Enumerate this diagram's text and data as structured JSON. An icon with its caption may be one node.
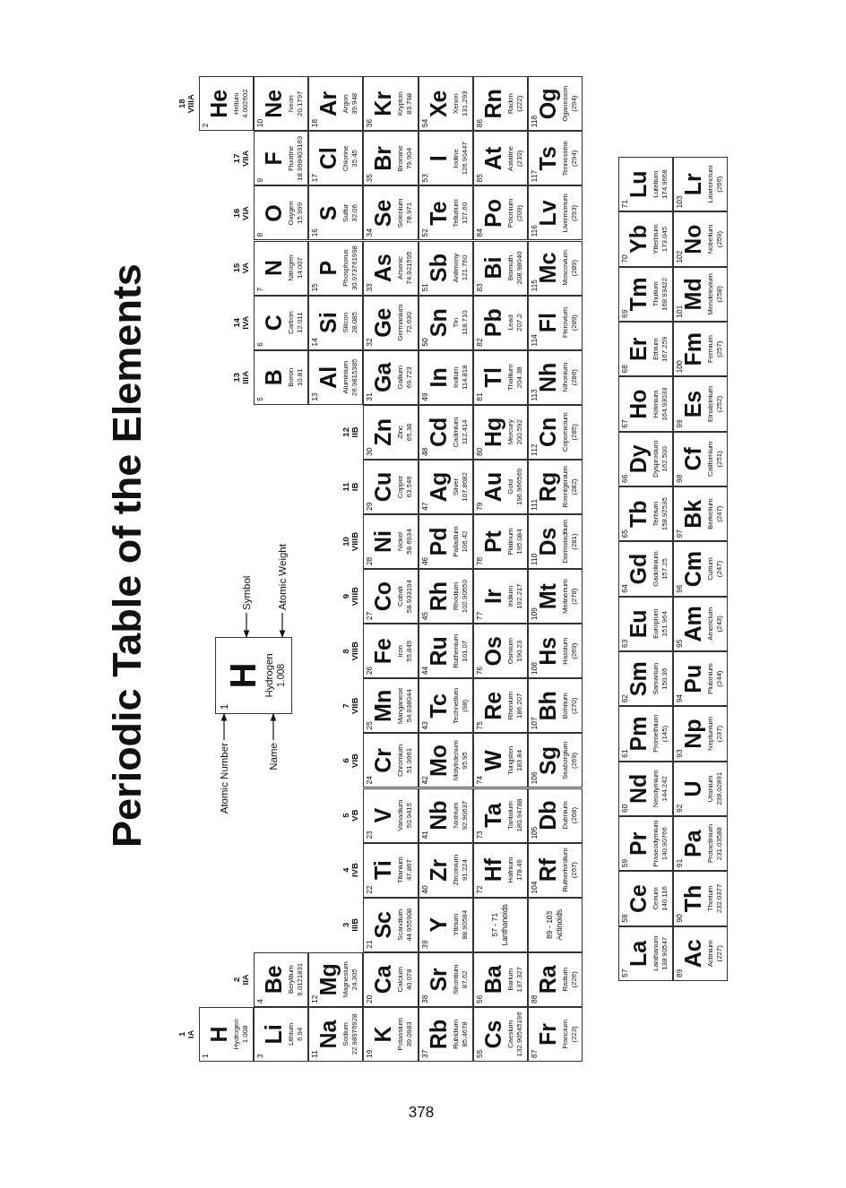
{
  "diagram": {
    "title": "Periodic Table of the Elements",
    "nodes": [
      {
        "text": [
          "1",
          "H",
          "Hydrogen",
          "1.008"
        ]
      },
      {
        "text": [
          "2",
          "He",
          "Helium",
          "4.002602"
        ]
      },
      {
        "text": [
          "3",
          "Li",
          "Lithium",
          "6.94"
        ]
      },
      {
        "text": [
          "4",
          "Be",
          "Beryllium",
          "9.0121831"
        ]
      },
      {
        "text": [
          "5",
          "B",
          "Boron",
          "10.81"
        ]
      },
      {
        "text": [
          "6",
          "C",
          "Carbon",
          "12.011"
        ]
      },
      {
        "text": [
          "7",
          "N",
          "Nitrogen",
          "14.007"
        ]
      },
      {
        "text": [
          "8",
          "O",
          "Oxygen",
          "15.999"
        ]
      },
      {
        "text": [
          "9",
          "F",
          "Fluorine",
          "18.998403163"
        ]
      },
      {
        "text": [
          "10",
          "Ne",
          "Neon",
          "20.1797"
        ]
      },
      {
        "text": [
          "11",
          "Na",
          "Sodium",
          "22.98976928"
        ]
      },
      {
        "text": [
          "12",
          "Mg",
          "Magnesium",
          "24.305"
        ]
      },
      {
        "text": [
          "13",
          "Al",
          "Aluminium",
          "26.9815385"
        ]
      },
      {
        "text": [
          "14",
          "Si",
          "Silicon",
          "28.085"
        ]
      },
      {
        "text": [
          "15",
          "P",
          "Phosphorus",
          "30.973761998"
        ]
      },
      {
        "text": [
          "16",
          "S",
          "Sulfur",
          "32.06"
        ]
      },
      {
        "text": [
          "17",
          "Cl",
          "Chlorine",
          "35.45"
        ]
      },
      {
        "text": [
          "18",
          "Ar",
          "Argon",
          "39.948"
        ]
      },
      {
        "text": [
          "19",
          "K",
          "Potassium",
          "39.0983"
        ]
      },
      {
        "text": [
          "20",
          "Ca",
          "Calcium",
          "40.078"
        ]
      },
      {
        "text": [
          "21",
          "Sc",
          "Scandium",
          "44.955908"
        ]
      },
      {
        "text": [
          "22",
          "Ti",
          "Titanium",
          "47.867"
        ]
      },
      {
        "text": [
          "23",
          "V",
          "Vanadium",
          "50.9415"
        ]
      },
      {
        "text": [
          "24",
          "Cr",
          "Chromium",
          "51.9961"
        ]
      },
      {
        "text": [
          "25",
          "Mn",
          "Manganese",
          "54.938044"
        ]
      },
      {
        "text": [
          "26",
          "Fe",
          "Iron",
          "55.845"
        ]
      },
      {
        "text": [
          "27",
          "Co",
          "Cobalt",
          "58.933194"
        ]
      },
      {
        "text": [
          "28",
          "Ni",
          "Nickel",
          "58.6934"
        ]
      },
      {
        "text": [
          "29",
          "Cu",
          "Copper",
          "63.546"
        ]
      },
      {
        "text": [
          "30",
          "Zn",
          "Zinc",
          "65.38"
        ]
      },
      {
        "text": [
          "31",
          "Ga",
          "Gallium",
          "69.723"
        ]
      },
      {
        "text": [
          "32",
          "Ge",
          "Germanium",
          "72.630"
        ]
      },
      {
        "text": [
          "33",
          "As",
          "Arsenic",
          "74.921595"
        ]
      },
      {
        "text": [
          "34",
          "Se",
          "Selenium",
          "78.971"
        ]
      },
      {
        "text": [
          "35",
          "Br",
          "Bromine",
          "79.904"
        ]
      },
      {
        "text": [
          "36",
          "Kr",
          "Krypton",
          "83.798"
        ]
      },
      {
        "text": [
          "37",
          "Rb",
          "Rubidium",
          "85.4678"
        ]
      },
      {
        "text": [
          "38",
          "Sr",
          "Strontium",
          "87.62"
        ]
      },
      {
        "text": [
          "39",
          "Y",
          "Yttrium",
          "88.90584"
        ]
      },
      {
        "text": [
          "40",
          "Zr",
          "Zirconium",
          "91.224"
        ]
      },
      {
        "text": [
          "41",
          "Nb",
          "Niobium",
          "92.90637"
        ]
      },
      {
        "text": [
          "42",
          "Mo",
          "Molybdenum",
          "95.95"
        ]
      },
      {
        "text": [
          "43",
          "Tc",
          "Technetium",
          "(98)"
        ]
      },
      {
        "text": [
          "44",
          "Ru",
          "Ruthenium",
          "101.07"
        ]
      },
      {
        "text": [
          "45",
          "Rh",
          "Rhodium",
          "102.90550"
        ]
      },
      {
        "text": [
          "46",
          "Pd",
          "Palladium",
          "106.42"
        ]
      },
      {
        "text": [
          "47",
          "Ag",
          "Silver",
          "107.8682"
        ]
      },
      {
        "text": [
          "48",
          "Cd",
          "Cadmium",
          "112.414"
        ]
      },
      {
        "text": [
          "49",
          "In",
          "Indium",
          "114.818"
        ]
      },
      {
        "text": [
          "50",
          "Sn",
          "Tin",
          "118.710"
        ]
      },
      {
        "text": [
          "51",
          "Sb",
          "Antimony",
          "121.760"
        ]
      },
      {
        "text": [
          "52",
          "Te",
          "Tellurium",
          "127.60"
        ]
      },
      {
        "text": [
          "53",
          "I",
          "Iodine",
          "126.90447"
        ]
      },
      {
        "text": [
          "54",
          "Xe",
          "Xenon",
          "131.293"
        ]
      },
      {
        "text": [
          "55",
          "Cs",
          "Caesium",
          "132.90545196"
        ]
      },
      {
        "text": [
          "56",
          "Ba",
          "Barium",
          "137.327"
        ]
      },
      {
        "text": [
          "57 - 71",
          "Lanthanoids"
        ]
      },
      {
        "text": [
          "72",
          "Hf",
          "Hafnium",
          "178.49"
        ]
      },
      {
        "text": [
          "73",
          "Ta",
          "Tantalum",
          "180.94788"
        ]
      },
      {
        "text": [
          "74",
          "W",
          "Tungsten",
          "183.84"
        ]
      },
      {
        "text": [
          "75",
          "Re",
          "Rhenium",
          "186.207"
        ]
      },
      {
        "text": [
          "76",
          "Os",
          "Osmium",
          "190.23"
        ]
      },
      {
        "text": [
          "77",
          "Ir",
          "Iridium",
          "192.217"
        ]
      },
      {
        "text": [
          "78",
          "Pt",
          "Platinum",
          "195.084"
        ]
      },
      {
        "text": [
          "79",
          "Au",
          "Gold",
          "196.966569"
        ]
      },
      {
        "text": [
          "80",
          "Hg",
          "Mercury",
          "200.592"
        ]
      },
      {
        "text": [
          "81",
          "Tl",
          "Thallium",
          "204.38"
        ]
      },
      {
        "text": [
          "82",
          "Pb",
          "Lead",
          "207.2"
        ]
      },
      {
        "text": [
          "83",
          "Bi",
          "Bismuth",
          "208.98040"
        ]
      },
      {
        "text": [
          "84",
          "Po",
          "Polonium",
          "(209)"
        ]
      },
      {
        "text": [
          "85",
          "At",
          "Astatine",
          "(210)"
        ]
      },
      {
        "text": [
          "86",
          "Rn",
          "Radon",
          "(222)"
        ]
      },
      {
        "text": [
          "87",
          "Fr",
          "Francium",
          "(223)"
        ]
      },
      {
        "text": [
          "88",
          "Ra",
          "Radium",
          "(226)"
        ]
      },
      {
        "text": [
          "89 - 103",
          "Actinoids"
        ]
      },
      {
        "text": [
          "104",
          "Rf",
          "Rutherfordium",
          "(267)"
        ]
      },
      {
        "text": [
          "105",
          "Db",
          "Dubnium",
          "(268)"
        ]
      },
      {
        "text": [
          "106",
          "Sg",
          "Seaborgium",
          "(269)"
        ]
      },
      {
        "text": [
          "107",
          "Bh",
          "Bohrium",
          "(270)"
        ]
      },
      {
        "text": [
          "108",
          "Hs",
          "Hassium",
          "(269)"
        ]
      },
      {
        "text": [
          "109",
          "Mt",
          "Meitnerium",
          "(278)"
        ]
      },
      {
        "text": [
          "110",
          "Ds",
          "Darmstadtium",
          "(281)"
        ]
      },
      {
        "text": [
          "111",
          "Rg",
          "Roentgenium",
          "(282)"
        ]
      },
      {
        "text": [
          "112",
          "Cn",
          "Copernicium",
          "(285)"
        ]
      },
      {
        "text": [
          "113",
          "Nh",
          "Nihonium",
          "(286)"
        ]
      },
      {
        "text": [
          "114",
          "Fl",
          "Flerovium",
          "(289)"
        ]
      },
      {
        "text": [
          "115",
          "Mc",
          "Moscovium",
          "(289)"
        ]
      },
      {
        "text": [
          "116",
          "Lv",
          "Livermorium",
          "(293)"
        ]
      },
      {
        "text": [
          "117",
          "Ts",
          "Tennessine",
          "(294)"
        ]
      },
      {
        "text": [
          "118",
          "Og",
          "Oganesson",
          "(294)"
        ]
      },
      {
        "text": [
          "1",
          "H",
          "Hydrogen",
          "1.008"
        ]
      },
      {
        "text": [
          "Atomic Number"
        ]
      },
      {
        "text": [
          "Name"
        ]
      },
      {
        "text": [
          "Symbol"
        ]
      },
      {
        "text": [
          "Atomic Weight"
        ]
      },
      {
        "text": [
          "57",
          "La",
          "Lanthanum",
          "138.90547"
        ]
      },
      {
        "text": [
          "58",
          "Ce",
          "Cerium",
          "140.116"
        ]
      },
      {
        "text": [
          "59",
          "Pr",
          "Praseodymium",
          "140.90766"
        ]
      },
      {
        "text": [
          "60",
          "Nd",
          "Neodymium",
          "144.242"
        ]
      },
      {
        "text": [
          "61",
          "Pm",
          "Promethium",
          "(145)"
        ]
      },
      {
        "text": [
          "62",
          "Sm",
          "Samarium",
          "150.36"
        ]
      },
      {
        "text": [
          "63",
          "Eu",
          "Europium",
          "151.964"
        ]
      },
      {
        "text": [
          "64",
          "Gd",
          "Gadolinium",
          "157.25"
        ]
      },
      {
        "text": [
          "65",
          "Tb",
          "Terbium",
          "158.92535"
        ]
      },
      {
        "text": [
          "66",
          "Dy",
          "Dysprosium",
          "162.500"
        ]
      },
      {
        "text": [
          "67",
          "Ho",
          "Holmium",
          "164.93033"
        ]
      },
      {
        "text": [
          "68",
          "Er",
          "Erbium",
          "167.259"
        ]
      },
      {
        "text": [
          "69",
          "Tm",
          "Thulium",
          "168.93422"
        ]
      },
      {
        "text": [
          "70",
          "Yb",
          "Ytterbium",
          "173.045"
        ]
      },
      {
        "text": [
          "71",
          "Lu",
          "Lutetium",
          "174.9668"
        ]
      },
      {
        "text": [
          "89",
          "Ac",
          "Actinium",
          "(227)"
        ]
      },
      {
        "text": [
          "90",
          "Th",
          "Thorium",
          "232.0377"
        ]
      },
      {
        "text": [
          "91",
          "Pa",
          "Protactinium",
          "231.03588"
        ]
      },
      {
        "text": [
          "92",
          "U",
          "Uranium",
          "238.02891"
        ]
      },
      {
        "text": [
          "93",
          "Np",
          "Neptunium",
          "(237)"
        ]
      },
      {
        "text": [
          "94",
          "Pu",
          "Plutonium",
          "(244)"
        ]
      },
      {
        "text": [
          "95",
          "Am",
          "Americium",
          "(243)"
        ]
      },
      {
        "text": [
          "96",
          "Cm",
          "Curium",
          "(247)"
        ]
      },
      {
        "text": [
          "97",
          "Bk",
          "Berkelium",
          "(247)"
        ]
      },
      {
        "text": [
          "98",
          "Cf",
          "Californium",
          "(251)"
        ]
      },
      {
        "text": [
          "99",
          "Es",
          "Einsteinium",
          "(252)"
        ]
      },
      {
        "text": [
          "100",
          "Fm",
          "Fermium",
          "(257)"
        ]
      },
      {
        "text": [
          "101",
          "Md",
          "Mendelevium",
          "(258)"
        ]
      },
      {
        "text": [
          "102",
          "No",
          "Nobelium",
          "(259)"
        ]
      },
      {
        "text": [
          "103",
          "Lr",
          "Lawrencium",
          "(266)"
        ]
      }
    ],
    "edges": [
      {
        "from": 91,
        "to": 90,
        "arrow": "to"
      },
      {
        "from": 92,
        "to": 90,
        "arrow": "to"
      },
      {
        "from": 93,
        "to": 90,
        "arrow": "to"
      },
      {
        "from": 94,
        "to": 90,
        "arrow": "to"
      }
    ],
    "labels": [
      "1",
      "IA",
      "2",
      "IIA",
      "3",
      "IIIB",
      "4",
      "IVB",
      "5",
      "VB",
      "6",
      "VIB",
      "7",
      "VIIB",
      "8",
      "VIIIB",
      "9",
      "VIIIB",
      "10",
      "VIIIB",
      "11",
      "IB",
      "12",
      "IIB",
      "13",
      "IIIA",
      "14",
      "IVA",
      "15",
      "VA",
      "16",
      "VIA",
      "17",
      "VIIA",
      "18",
      "VIIIA",
      "378"
    ]
  }
}
